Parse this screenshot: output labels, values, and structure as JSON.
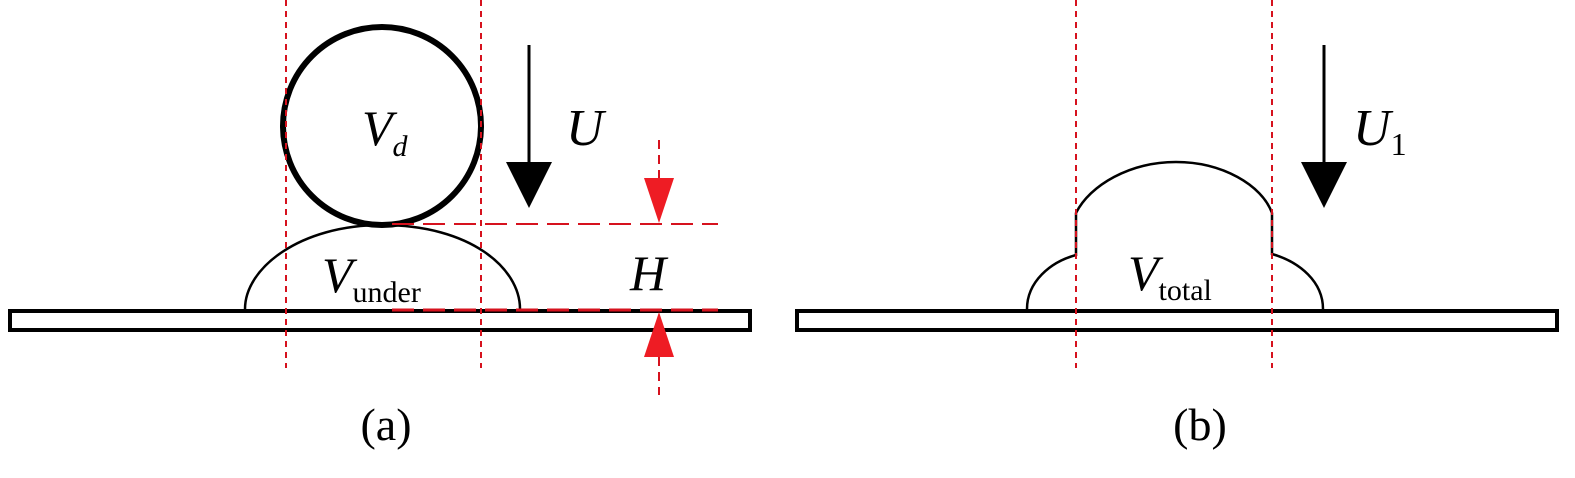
{
  "colors": {
    "stroke": "#000000",
    "guide": "#d6121e",
    "arrow_red": "#ee1c24",
    "background": "#ffffff"
  },
  "panel_a": {
    "caption": "(a)",
    "droplet_label": {
      "symbol": "V",
      "subscript": "d"
    },
    "lens_label": {
      "symbol": "V",
      "subscript": "under"
    },
    "velocity_label": {
      "symbol": "U",
      "subscript": ""
    },
    "height_label": {
      "symbol": "H"
    }
  },
  "panel_b": {
    "caption": "(b)",
    "combined_label": {
      "symbol": "V",
      "subscript": "total"
    },
    "velocity_label": {
      "symbol": "U",
      "subscript": "1"
    }
  }
}
